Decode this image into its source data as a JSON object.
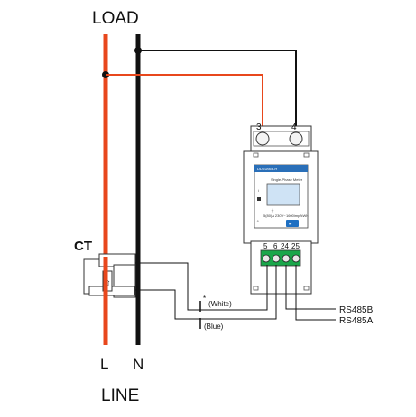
{
  "top_label": "LOAD",
  "bottom_label": "LINE",
  "line_labels": {
    "l": "L",
    "n": "N"
  },
  "ct_label": "CT",
  "wire_labels": {
    "white": "(White)",
    "blue": "(Blue)",
    "star": "*"
  },
  "comm_labels": {
    "rs485b": "RS485B",
    "rs485a": "RS485A"
  },
  "meter": {
    "model": "DDSU666-H",
    "screen_title": "Single-Phase Meter",
    "rating": "5(80)A 230V~",
    "impulse": "1600imp/kWh",
    "top_terminals": [
      "3",
      "4"
    ],
    "bottom_terminals": [
      "5",
      "6",
      "24",
      "25"
    ]
  },
  "colors": {
    "live_wire": "#e8471c",
    "neutral_wire": "#111111",
    "terminal_green": "#1aa64a",
    "meter_screen": "#cfe3f5",
    "meter_button": "#1e6fc2"
  }
}
